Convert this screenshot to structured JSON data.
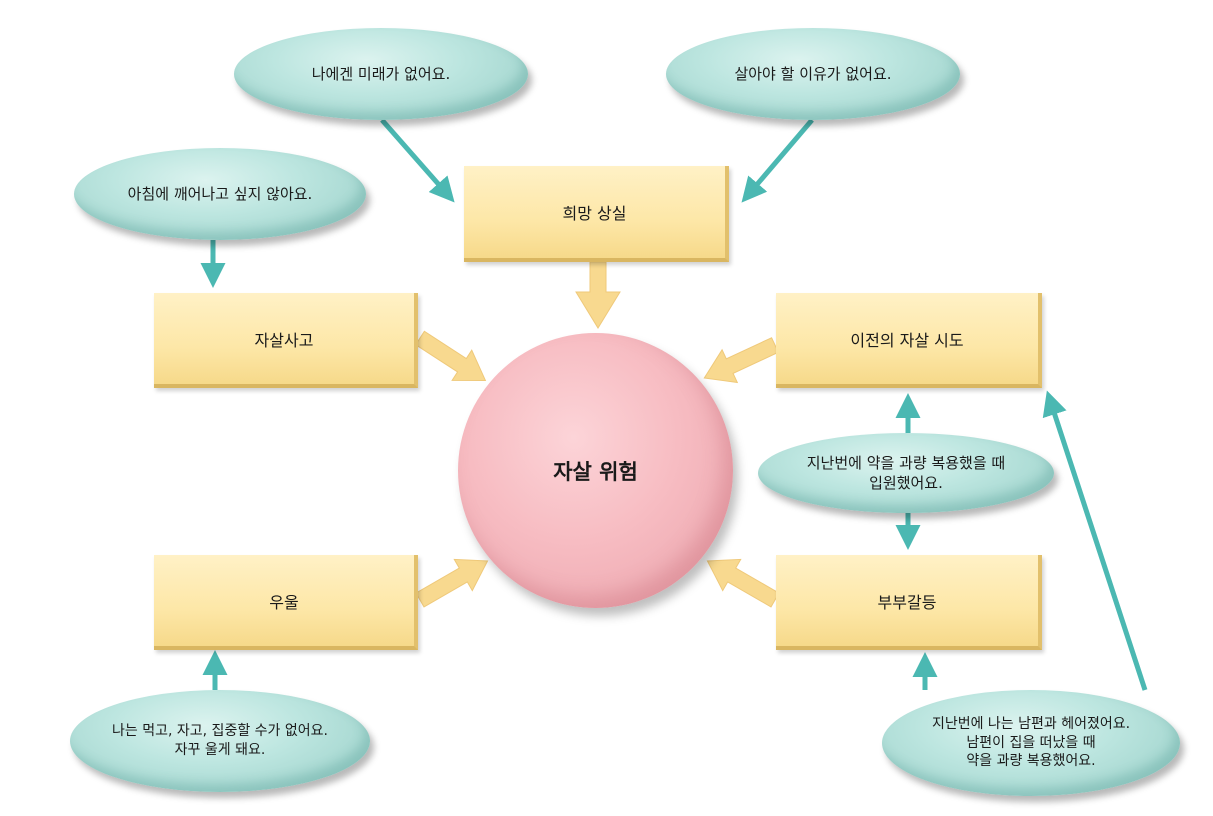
{
  "center": {
    "label": "자살 위험"
  },
  "boxes": {
    "hope": "희망 상실",
    "suicidal_thoughts": "자살사고",
    "prior_attempt": "이전의 자살 시도",
    "depression": "우울",
    "marital_conflict": "부부갈등"
  },
  "bubbles": {
    "no_future": "나에겐 미래가 없어요.",
    "no_reason": "살아야 할 이유가 없어요.",
    "no_wake": "아침에 깨어나고 싶지 않아요.",
    "overdose": "지난번에 약을 과량 복용했을 때\n입원했어요.",
    "cant_eat": "나는 먹고, 자고, 집중할 수가 없어요.\n자꾸 울게 돼요.",
    "divorce": "지난번에 나는 남편과 헤어졌어요.\n남편이 집을 떠났을 때\n약을 과량 복용했어요."
  },
  "colors": {
    "box_fill": "#fde7a7",
    "bubble_fill": "#bde6e0",
    "center_fill": "#f7bcc2",
    "teal_arrow": "#4bb8b2",
    "yellow_arrow": "#f8d98f"
  }
}
